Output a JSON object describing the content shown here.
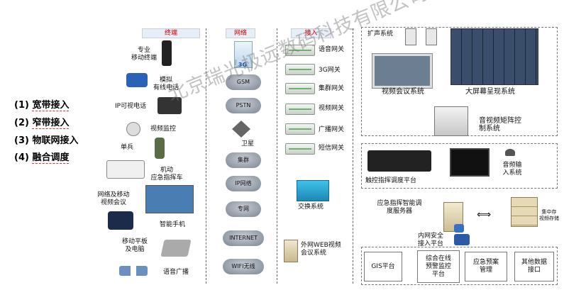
{
  "left_list": [
    {
      "label": "(1)",
      "text": "宽带接入"
    },
    {
      "label": "(2)",
      "text": "窄带接入"
    },
    {
      "label": "(3)",
      "text": "物联网接入"
    },
    {
      "label": "(4)",
      "text": "融合调度"
    }
  ],
  "headers": {
    "terminal": "终端",
    "network": "网络",
    "access": "接入"
  },
  "terminals": {
    "pro_terminal": "专业\n移动终端",
    "analog_phone": "模拟\n有线电话",
    "ip_phone": "IP可视电话",
    "video_monitor": "视频监控",
    "soldier": "单兵",
    "mobile_command": "机动\n应急指挥车",
    "video_conf": "网络及移动\n视频会议",
    "smartphone": "智能手机",
    "tablet": "移动平板\n及电脑",
    "broadcast": "语音广播"
  },
  "networks": {
    "g3_top": "3G",
    "gsm": "GSM",
    "pstn": "PSTN",
    "satellite": "卫星",
    "cluster": "集群",
    "ip_network": "IP网络",
    "private_network": "专网",
    "internet": "INTERNET",
    "wifi": "WIFI无线"
  },
  "access": {
    "voice_gw": "语音网关",
    "g3_gw": "3G网关",
    "cluster_gw": "集群网关",
    "video_gw": "视频网关",
    "broadcast_gw": "广播网关",
    "sms_gw": "短信网关",
    "switch_system": "交换系统",
    "web_video": "外网WEB视频\n会议系统"
  },
  "right": {
    "amp_system": "扩声系统",
    "video_conf_system": "视频会议系统",
    "big_screen": "大屏幕呈现系统",
    "av_matrix": "音视频矩阵控\n制系统",
    "touch_platform": "触控指挥调度平台",
    "audio_input": "音频输\n入系统",
    "command_server": "应急指挥智能调\n度服务器",
    "storage": "集中存\n视频存储",
    "security_platform": "内网安全\n接入平台"
  },
  "bottom": [
    "GIS平台",
    "综合在线\n预警监控\n平台",
    "应急预案\n管理",
    "其他数据\n接口"
  ],
  "watermark": "北京瑞光极远数码科技有限公司",
  "colors": {
    "header_text": "#cc0000",
    "header_bg": "#e8eef8",
    "green_gw": "#6fb06f"
  }
}
